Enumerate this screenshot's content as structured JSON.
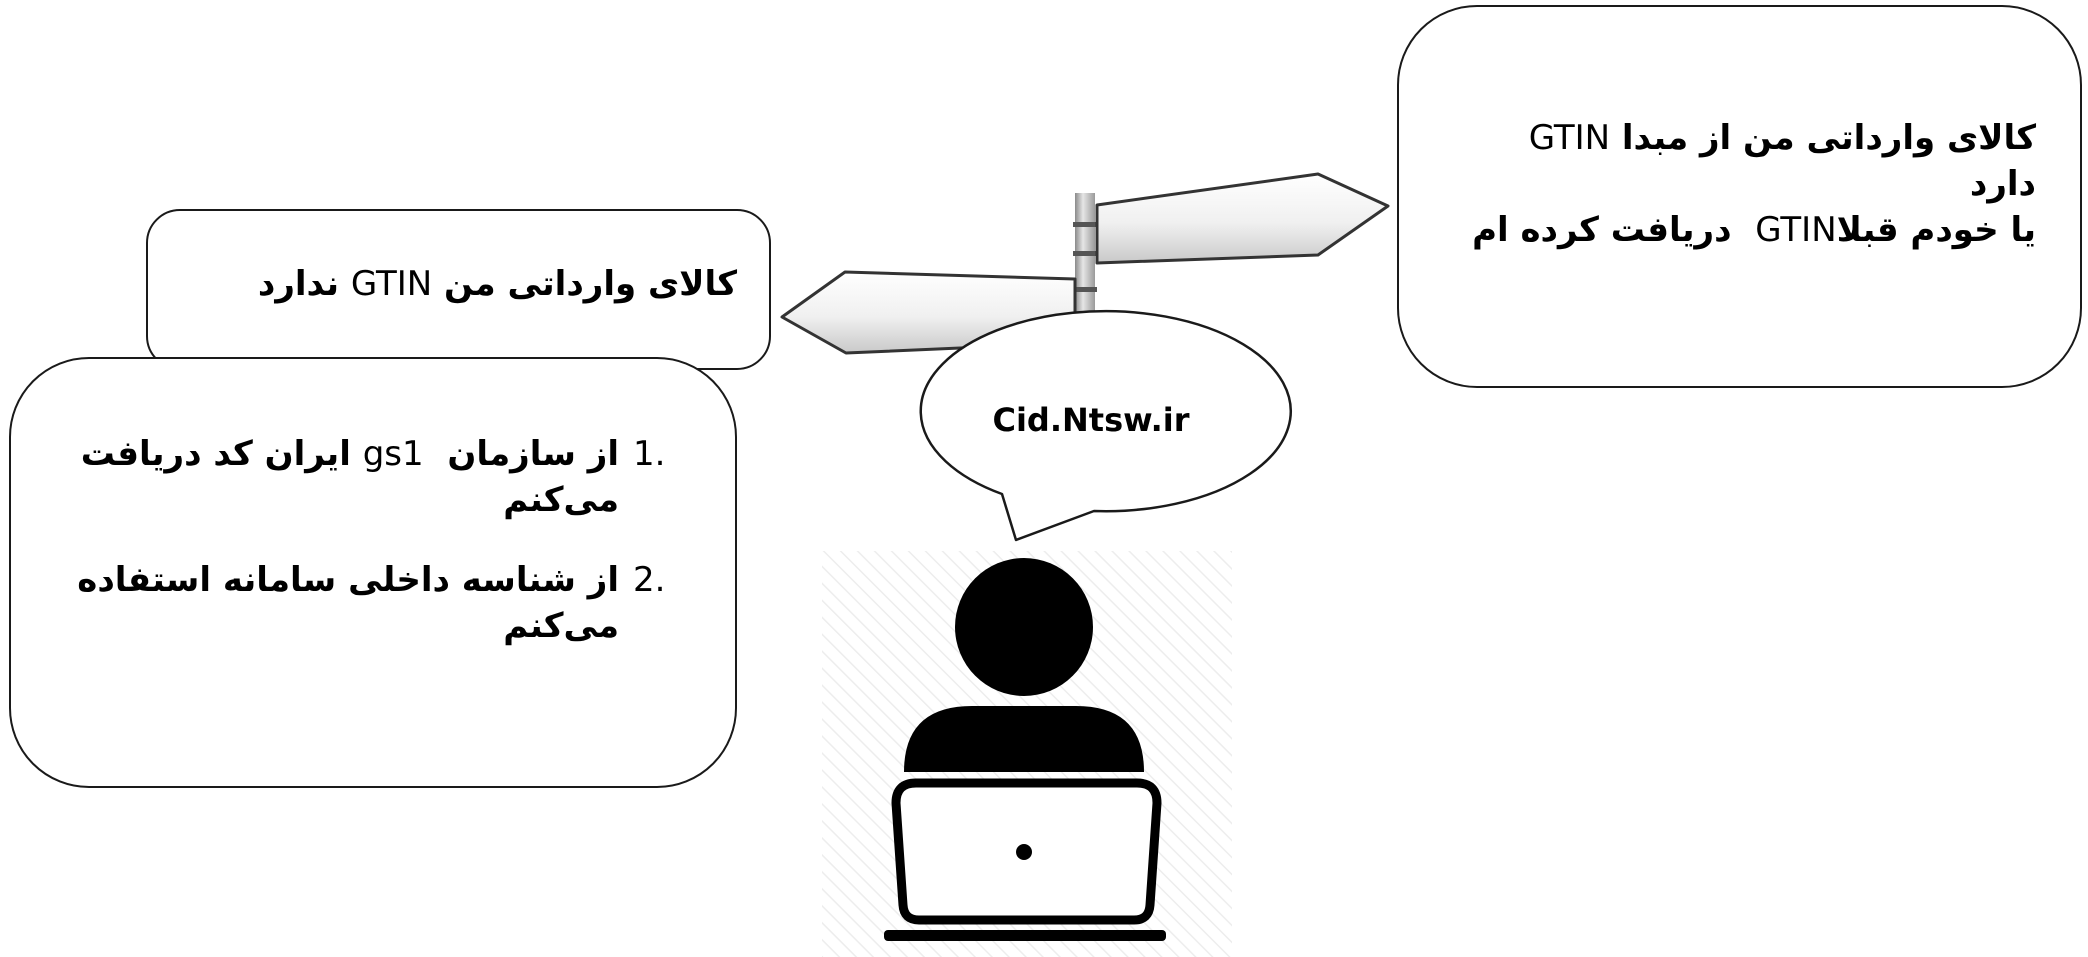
{
  "right_box": {
    "line1_bold": "کالای وارداتی من از مبدا",
    "line1_latin": "GTIN",
    "line2": "دارد",
    "line3_bold_a": "یا خودم قبلا",
    "line3_latin": "GTIN",
    "line3_bold_b": "دریافت کرده ام"
  },
  "left_head_box": {
    "text_bold_a": "کالای وارداتی من",
    "text_latin": "GTIN",
    "text_bold_b": "ندارد"
  },
  "options": [
    {
      "number": "1.",
      "text_bold_a": "از سازمان",
      "text_latin": "gs1",
      "text_bold_b": "ایران کد دریافت می‌کنم"
    },
    {
      "number": "2.",
      "text": "از شناسه داخلی سامانه استفاده می‌کنم"
    }
  ],
  "speech_bubble": {
    "text": "Cid.Ntsw.ir"
  },
  "icons": {
    "signpost": "signpost-icon",
    "user_laptop": "user-at-laptop-icon"
  }
}
